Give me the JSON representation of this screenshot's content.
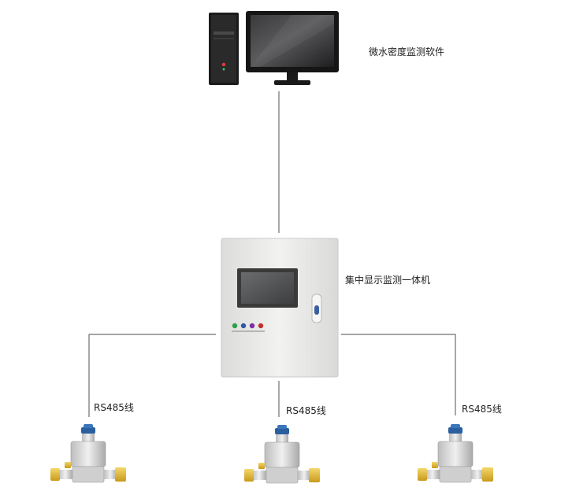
{
  "labels": {
    "software": "微水密度监测软件",
    "unit": "集中显示监测一体机",
    "line_left": "RS485线",
    "line_center": "RS485线",
    "line_right": "RS485线"
  },
  "colors": {
    "connector_line": "#6e6e6e",
    "cabinet_body": "#ececea",
    "screen_bezel": "#3a3a3a",
    "screen_glass": "#505152",
    "pc_body": "#1b1b1b",
    "sensor_body": "#d8d8d8",
    "fitting_yellow": "#e8c23a",
    "cap_blue": "#2b5f9e"
  },
  "icons": {
    "computer": "desktop-computer-icon",
    "cabinet": "monitoring-cabinet-icon",
    "sensor": "density-sensor-icon"
  }
}
